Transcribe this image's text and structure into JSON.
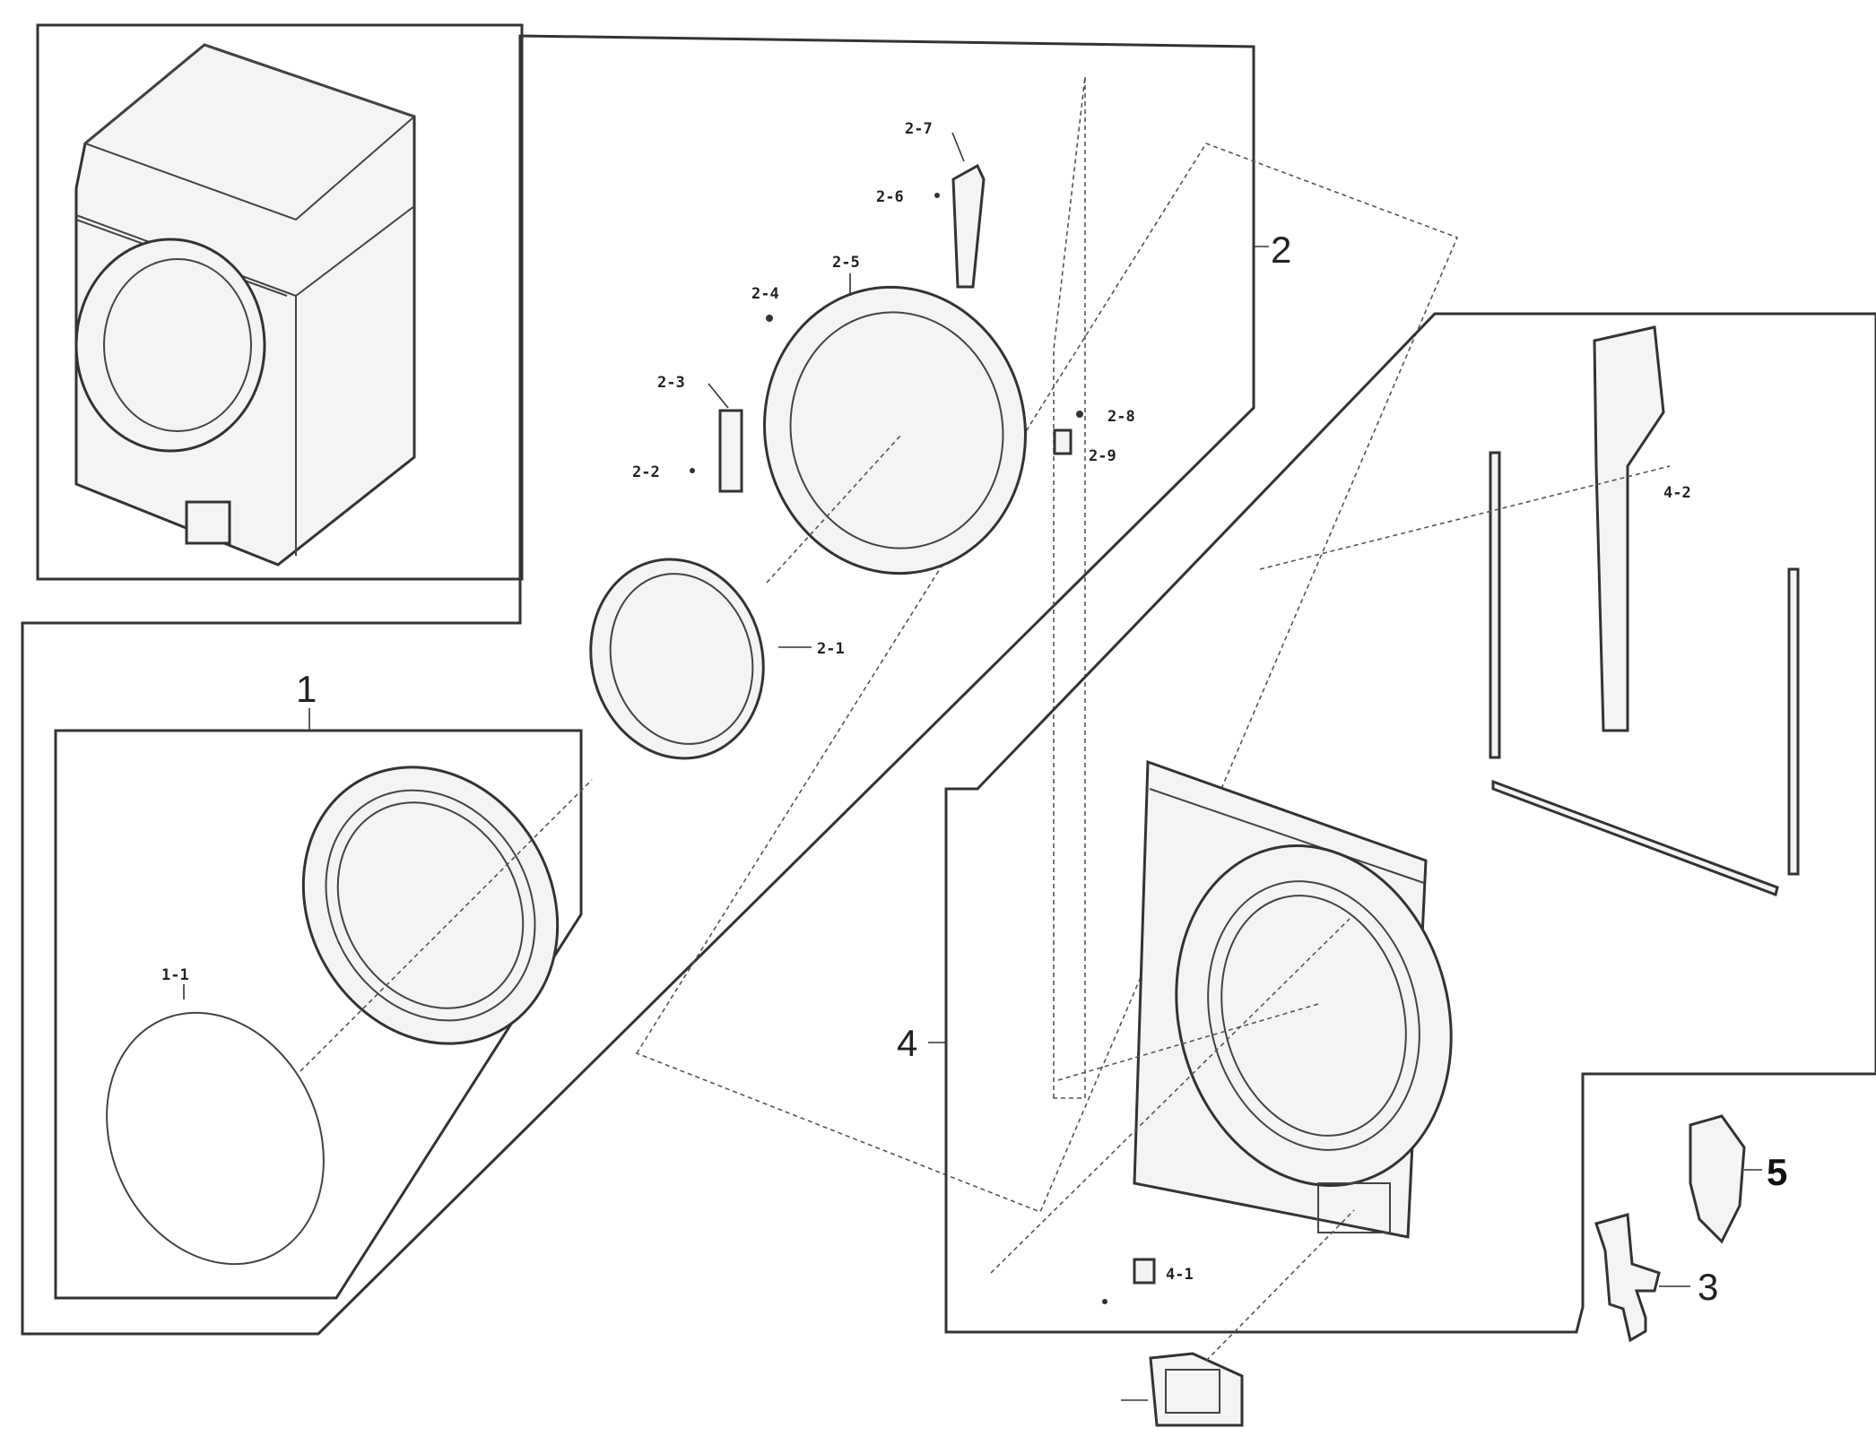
{
  "diagram": {
    "callouts": {
      "c1": "1",
      "c1_1": "1-1",
      "c2": "2",
      "c2_1": "2-1",
      "c2_2": "2-2",
      "c2_3": "2-3",
      "c2_4": "2-4",
      "c2_5": "2-5",
      "c2_6": "2-6",
      "c2_7": "2-7",
      "c2_8": "2-8",
      "c2_9": "2-9",
      "c3": "3",
      "c4": "4",
      "c4_1": "4-1",
      "c4_2": "4-2",
      "c5": "5"
    },
    "colors": {
      "line": "#333333",
      "fill": "#f4f4f4",
      "background": "#ffffff"
    }
  }
}
